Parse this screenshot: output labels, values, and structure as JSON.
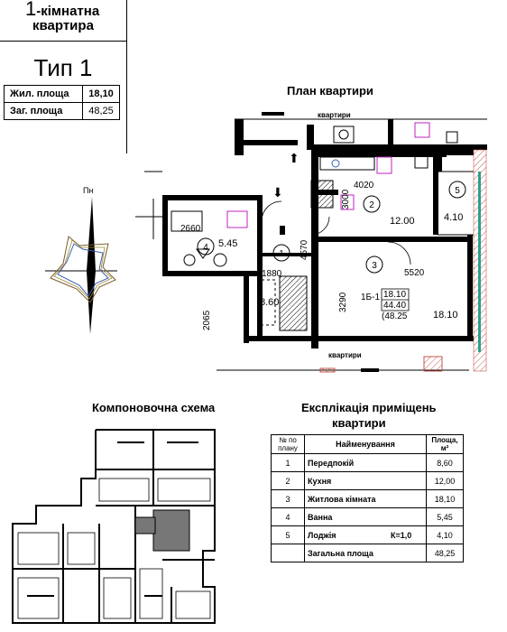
{
  "header": {
    "rooms_count": "1",
    "flat_type_line1": "-кімнатна",
    "flat_type_line2": "квартира",
    "type_label": "Тип 1",
    "living_area_label": "Жил. площа",
    "living_area_value": "18,10",
    "total_area_label": "Заг. площа",
    "total_area_value": "48,25"
  },
  "plan": {
    "title": "План  квартири",
    "neighbor_top": "квартири",
    "neighbor_bottom": "квартири",
    "north_label": "Пн",
    "rooms": [
      {
        "num": "1",
        "area": "8.60"
      },
      {
        "num": "2",
        "area": "12.00"
      },
      {
        "num": "3",
        "area": "18.10"
      },
      {
        "num": "4",
        "area": "5.45"
      },
      {
        "num": "5",
        "area": "4.10"
      }
    ],
    "dims": [
      "4020",
      "3000",
      "2660",
      "4570",
      "1880",
      "5520",
      "3290",
      "2065"
    ],
    "stamp": {
      "code": "1Б-1",
      "living": "18.10",
      "useful": "44.40",
      "total": "(48.25"
    }
  },
  "scheme": {
    "title": "Компоновочна  схема"
  },
  "explication": {
    "title_line1": "Експлікація  приміщень",
    "title_line2": "квартири",
    "headers": {
      "num": "№ по плану",
      "name": "Найменування",
      "area": "Площа, м²"
    },
    "rows": [
      {
        "num": "1",
        "name": "Передпокій",
        "coef": "",
        "area": "8,60"
      },
      {
        "num": "2",
        "name": "Кухня",
        "coef": "",
        "area": "12,00"
      },
      {
        "num": "3",
        "name": "Житлова кімната",
        "coef": "",
        "area": "18,10"
      },
      {
        "num": "4",
        "name": "Ванна",
        "coef": "",
        "area": "5,45"
      },
      {
        "num": "5",
        "name": "Лоджія",
        "coef": "К=1,0",
        "area": "4,10"
      }
    ],
    "total_label": "Загальна площа",
    "total_value": "48,25"
  }
}
